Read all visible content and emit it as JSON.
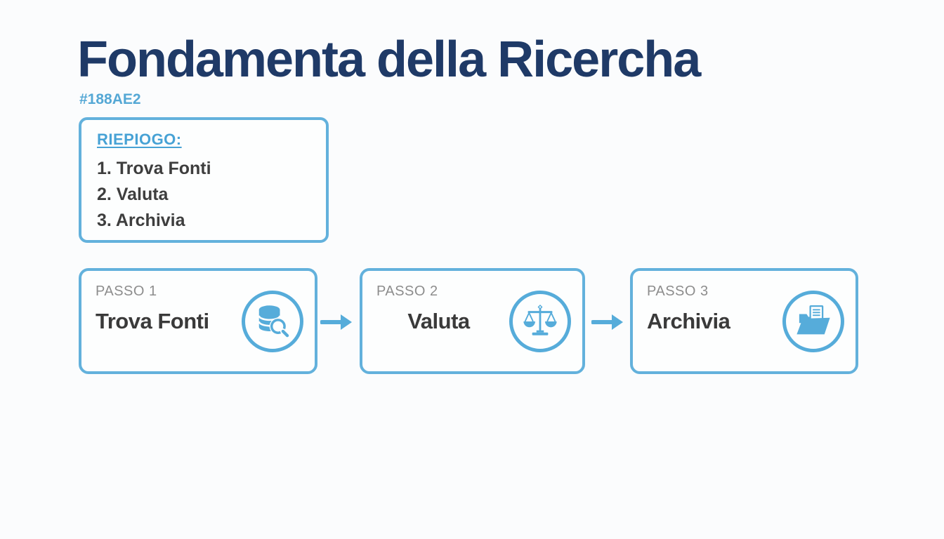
{
  "slide": {
    "title": "Fondamenta della Ricercha",
    "subtitle": "#188AE2"
  },
  "colors": {
    "title_navy": "#1f3a67",
    "accent_blue": "#56acda",
    "border_blue": "#63b1dc",
    "heading_blue": "#47a2d5",
    "label_gray": "#8d8d8d",
    "text_dark": "#3a3a3a",
    "background": "#fbfcfd"
  },
  "summary": {
    "heading": "RIEPIOGO:",
    "items": [
      "1. Trova Fonti",
      "2. Valuta",
      "3. Archivia"
    ]
  },
  "steps": [
    {
      "label": "PASSO 1",
      "title": "Trova Fonti",
      "icon": "database-search-icon"
    },
    {
      "label": "PASSO 2",
      "title": "Valuta",
      "icon": "scales-icon"
    },
    {
      "label": "PASSO 3",
      "title": "Archivia",
      "icon": "folder-documents-icon"
    }
  ]
}
